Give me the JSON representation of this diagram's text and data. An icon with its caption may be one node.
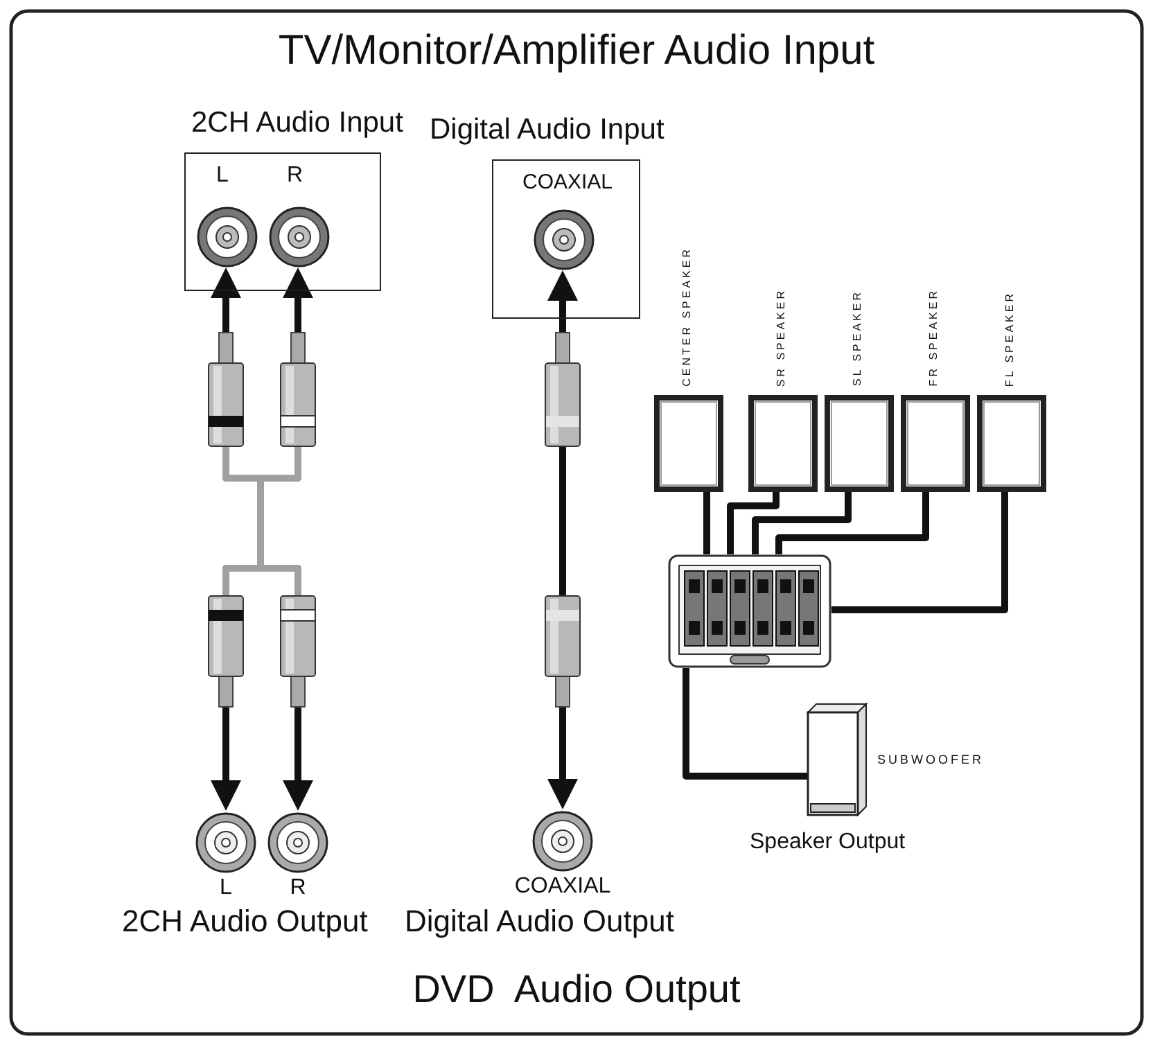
{
  "diagram": {
    "title": "TV/Monitor/Amplifier Audio Input",
    "nodes": [
      {
        "text": [
          "2CH Audio Input",
          "L",
          "R"
        ]
      },
      {
        "text": [],
        "shape": "circle",
        "in": 0
      },
      {
        "text": [],
        "shape": "circle",
        "in": 0
      },
      {
        "text": [
          "Digital Audio Input",
          "COAXIAL"
        ]
      },
      {
        "text": [],
        "shape": "circle",
        "in": 3
      },
      {
        "text": [
          "CENTER SPEAKER"
        ]
      },
      {
        "text": [
          "SR SPEAKER"
        ]
      },
      {
        "text": [
          "SL SPEAKER"
        ]
      },
      {
        "text": [
          "FR SPEAKER"
        ]
      },
      {
        "text": [
          "FL SPEAKER"
        ]
      },
      {
        "text": [],
        "shape": "plug"
      },
      {
        "text": [],
        "shape": "plug"
      },
      {
        "text": [],
        "shape": "plug"
      },
      {
        "text": [],
        "shape": "box"
      },
      {
        "text": [],
        "shape": "plug"
      },
      {
        "text": [],
        "shape": "plug"
      },
      {
        "text": [],
        "shape": "plug"
      },
      {
        "text": [
          "SUBWOOFER"
        ]
      },
      {
        "text": [],
        "shape": "circle",
        "beside": [
          "L"
        ]
      },
      {
        "text": [],
        "shape": "circle",
        "beside": [
          "R"
        ]
      },
      {
        "text": [],
        "shape": "circle",
        "beside": [
          "COAXIAL"
        ]
      }
    ],
    "edges": [
      {
        "from": 10,
        "to": 1,
        "arrow": "to"
      },
      {
        "from": 11,
        "to": 2,
        "arrow": "to"
      },
      {
        "from": 12,
        "to": 4,
        "arrow": "to"
      },
      {
        "from": 10,
        "to": 14,
        "arrow": "none",
        "color": "#a0a0a0"
      },
      {
        "from": 10,
        "to": 15,
        "arrow": "none",
        "color": "#a0a0a0"
      },
      {
        "from": 11,
        "to": 14,
        "arrow": "none",
        "color": "#a0a0a0"
      },
      {
        "from": 11,
        "to": 15,
        "arrow": "none",
        "color": "#a0a0a0"
      },
      {
        "from": 12,
        "to": 16,
        "arrow": "none"
      },
      {
        "from": 14,
        "to": 18,
        "arrow": "to"
      },
      {
        "from": 15,
        "to": 19,
        "arrow": "to"
      },
      {
        "from": 16,
        "to": 20,
        "arrow": "to"
      },
      {
        "from": 5,
        "to": 13,
        "arrow": "none"
      },
      {
        "from": 6,
        "to": 13,
        "arrow": "none"
      },
      {
        "from": 7,
        "to": 13,
        "arrow": "none"
      },
      {
        "from": 8,
        "to": 13,
        "arrow": "none"
      },
      {
        "from": 9,
        "to": 13,
        "arrow": "none"
      },
      {
        "from": 13,
        "to": 17,
        "arrow": "none"
      }
    ],
    "labels": [
      "Speaker Output",
      "2CH Audio Output",
      "Digital Audio Output",
      "DVD  Audio Output"
    ]
  }
}
